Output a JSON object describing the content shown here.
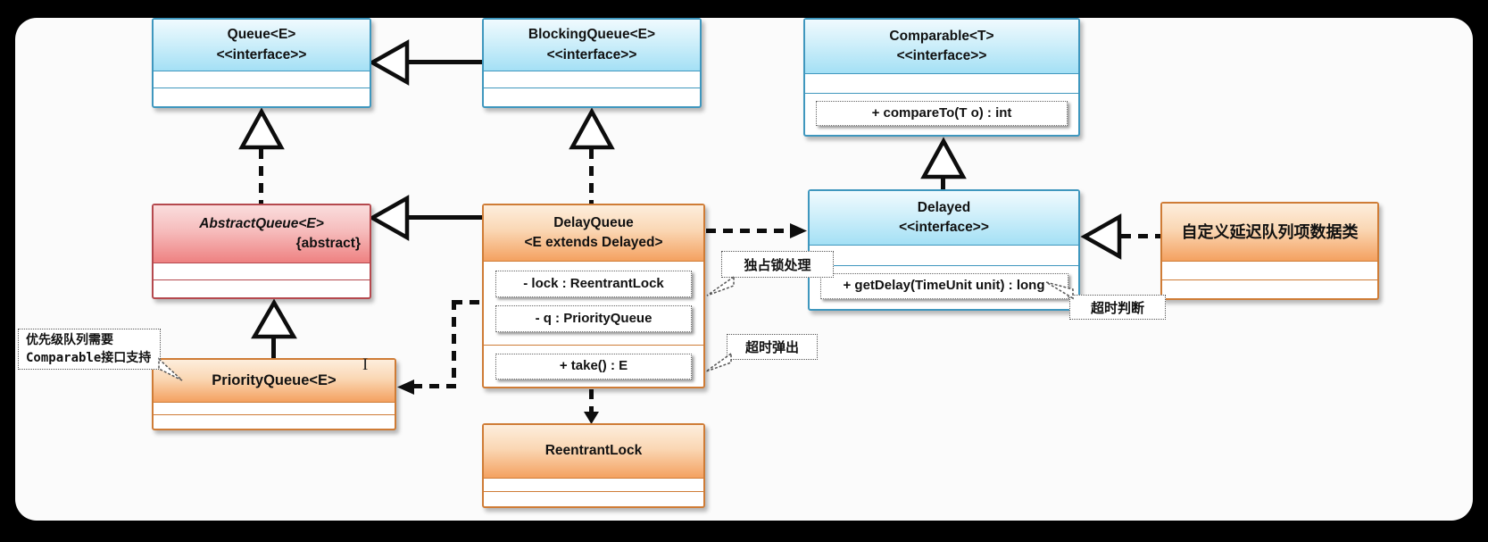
{
  "canvas": {
    "background": "#000000",
    "panel_background": "#fbfbfb"
  },
  "colors": {
    "interface_border": "#3f97be",
    "interface_fill": "#a4e0f5",
    "class_border": "#cf7c36",
    "class_fill": "#f4a160",
    "abstract_border": "#b5494e",
    "abstract_fill": "#ee8181",
    "line": "#0d0d0d"
  },
  "classes": {
    "queue": {
      "name": "Queue<E>",
      "stereotype": "<<interface>>"
    },
    "blocking_queue": {
      "name": "BlockingQueue<E>",
      "stereotype": "<<interface>>"
    },
    "comparable": {
      "name": "Comparable<T>",
      "stereotype": "<<interface>>",
      "methods": [
        "+ compareTo(T o) : int"
      ]
    },
    "abstract_queue": {
      "name": "AbstractQueue<E>",
      "modifier": "{abstract}"
    },
    "delay_queue": {
      "name": "DelayQueue",
      "type_param": "<E extends Delayed>",
      "fields": [
        "- lock : ReentrantLock",
        "- q : PriorityQueue"
      ],
      "methods": [
        "+ take() : E"
      ]
    },
    "delayed": {
      "name": "Delayed",
      "stereotype": "<<interface>>",
      "methods": [
        "+ getDelay(TimeUnit unit) : long"
      ]
    },
    "custom_item": {
      "name": "自定义延迟队列项数据类"
    },
    "priority_queue": {
      "name": "PriorityQueue<E>"
    },
    "reentrant_lock": {
      "name": "ReentrantLock"
    }
  },
  "notes": {
    "lock_note": "独占锁处理",
    "take_note": "超时弹出",
    "delay_note": "超时判断",
    "priority_note_line1": "优先级队列需要",
    "priority_note_line2": "Comparable接口支持"
  },
  "artifacts": {
    "text_cursor": "I"
  }
}
